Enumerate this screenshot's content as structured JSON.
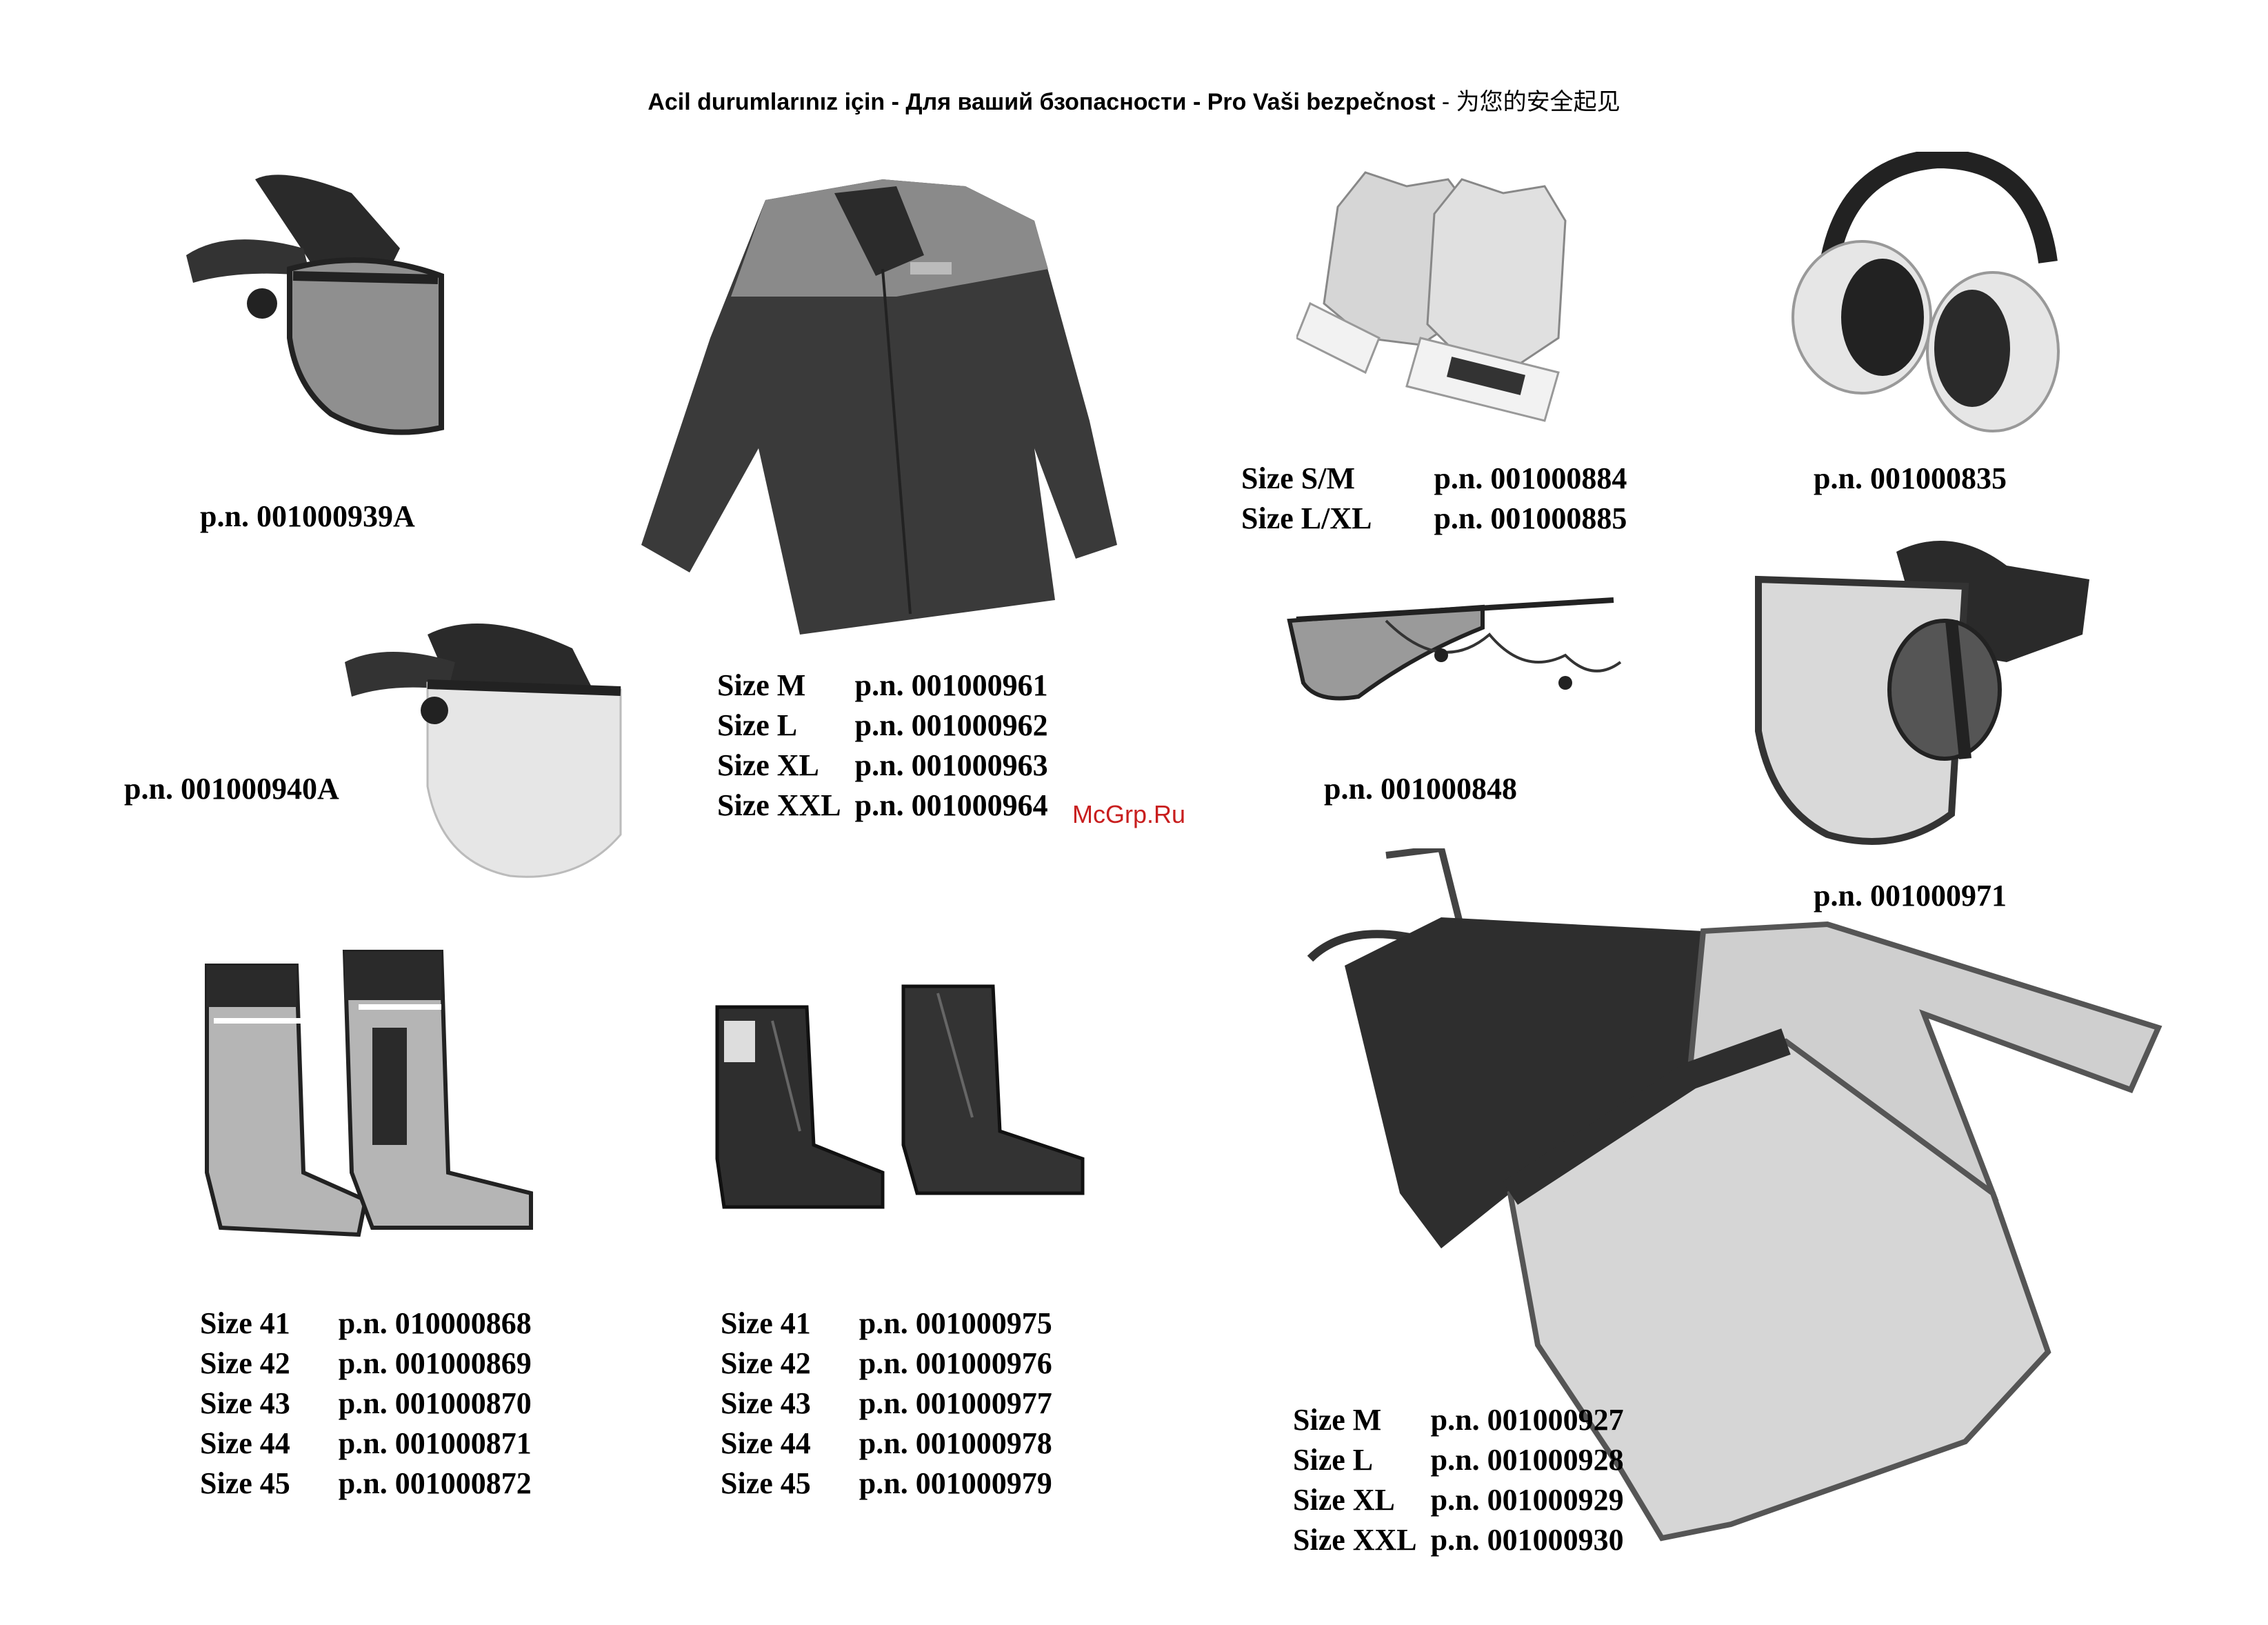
{
  "header": {
    "turkish": "Acil durumlarınız için -",
    "russian": "Для ваший бзопасности -",
    "czech": "Pro Vaši bezpečnost",
    "chinese": "- 为您的安全起见"
  },
  "watermark": "McGrp.Ru",
  "items": {
    "visor_mesh": {
      "pn": "p.n. 001000939A"
    },
    "visor_clear": {
      "pn": "p.n. 001000940A"
    },
    "jacket": {
      "rows": [
        {
          "size": "Size M",
          "pn": "p.n. 001000961"
        },
        {
          "size": "Size L",
          "pn": "p.n. 001000962"
        },
        {
          "size": "Size XL",
          "pn": "p.n. 001000963"
        },
        {
          "size": "Size XXL",
          "pn": "p.n. 001000964"
        }
      ]
    },
    "gloves": {
      "rows": [
        {
          "size": "Size S/M",
          "pn": "p.n. 001000884"
        },
        {
          "size": "Size L/XL",
          "pn": "p.n. 001000885"
        }
      ]
    },
    "earmuffs": {
      "pn": "p.n. 001000835"
    },
    "glasses": {
      "pn": "p.n. 001000848"
    },
    "helmet_visor": {
      "pn": "p.n. 001000971"
    },
    "rubber_boots": {
      "rows": [
        {
          "size": "Size 41",
          "pn": "p.n. 010000868"
        },
        {
          "size": "Size 42",
          "pn": "p.n. 001000869"
        },
        {
          "size": "Size 43",
          "pn": "p.n. 001000870"
        },
        {
          "size": "Size 44",
          "pn": "p.n. 001000871"
        },
        {
          "size": "Size 45",
          "pn": "p.n. 001000872"
        }
      ]
    },
    "leather_boots": {
      "rows": [
        {
          "size": "Size 41",
          "pn": "p.n. 001000975"
        },
        {
          "size": "Size 42",
          "pn": "p.n. 001000976"
        },
        {
          "size": "Size 43",
          "pn": "p.n. 001000977"
        },
        {
          "size": "Size 44",
          "pn": "p.n. 001000978"
        },
        {
          "size": "Size 45",
          "pn": "p.n. 001000979"
        }
      ]
    },
    "trousers": {
      "rows": [
        {
          "size": "Size M",
          "pn": "p.n. 001000927"
        },
        {
          "size": "Size L",
          "pn": "p.n. 001000928"
        },
        {
          "size": "Size XL",
          "pn": "p.n. 001000929"
        },
        {
          "size": "Size XXL",
          "pn": "p.n. 001000930"
        }
      ]
    }
  }
}
